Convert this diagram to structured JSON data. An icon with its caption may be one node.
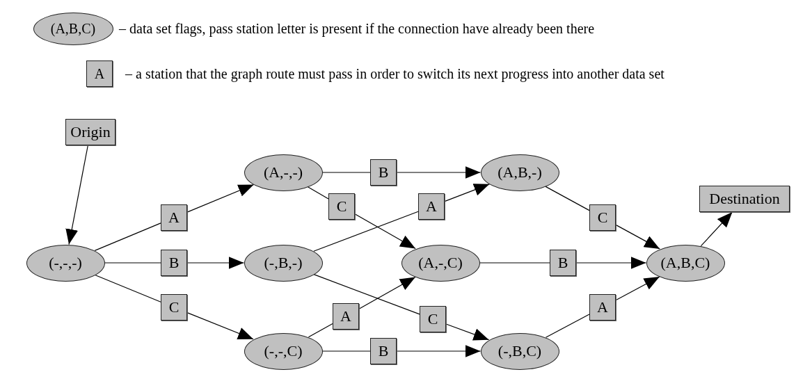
{
  "diagram": {
    "nodes": [
      {
        "text": [
          "(A,B,C)"
        ],
        "beside": [
          "– data set flags, pass station letter is present if the connection have already been there"
        ]
      },
      {
        "text": [
          "A"
        ],
        "beside": [
          "– a station that the graph route must pass in order to switch its next progress into another data set"
        ]
      },
      {
        "text": [
          "Origin"
        ]
      },
      {
        "text": [
          "(-,-,-)"
        ]
      },
      {
        "text": [
          "(A,-,-)"
        ]
      },
      {
        "text": [
          "(-,B,-)"
        ]
      },
      {
        "text": [
          "(-,-,C)"
        ]
      },
      {
        "text": [
          "(A,-,C)"
        ]
      },
      {
        "text": [
          "(A,B,-)"
        ]
      },
      {
        "text": [
          "(-,B,C)"
        ]
      },
      {
        "text": [
          "(A,B,C)"
        ]
      },
      {
        "text": [
          "Destination"
        ]
      },
      {
        "text": [
          "A"
        ]
      },
      {
        "text": [
          "B"
        ]
      },
      {
        "text": [
          "C"
        ]
      },
      {
        "text": [
          "B"
        ]
      },
      {
        "text": [
          "C"
        ]
      },
      {
        "text": [
          "A"
        ]
      },
      {
        "text": [
          "A"
        ]
      },
      {
        "text": [
          "C"
        ]
      },
      {
        "text": [
          "B"
        ]
      },
      {
        "text": [
          "C"
        ]
      },
      {
        "text": [
          "B"
        ]
      },
      {
        "text": [
          "A"
        ]
      }
    ],
    "edges": [
      {
        "from": 2,
        "to": 3,
        "arrow": "to"
      },
      {
        "from": 3,
        "to": 12,
        "arrow": "none"
      },
      {
        "from": 12,
        "to": 4,
        "arrow": "to"
      },
      {
        "from": 3,
        "to": 13,
        "arrow": "none"
      },
      {
        "from": 13,
        "to": 5,
        "arrow": "to"
      },
      {
        "from": 3,
        "to": 14,
        "arrow": "none"
      },
      {
        "from": 14,
        "to": 6,
        "arrow": "to"
      },
      {
        "from": 4,
        "to": 15,
        "arrow": "none"
      },
      {
        "from": 15,
        "to": 8,
        "arrow": "to"
      },
      {
        "from": 4,
        "to": 16,
        "arrow": "none"
      },
      {
        "from": 16,
        "to": 7,
        "arrow": "to"
      },
      {
        "from": 5,
        "to": 17,
        "arrow": "none"
      },
      {
        "from": 17,
        "to": 8,
        "arrow": "to"
      },
      {
        "from": 6,
        "to": 18,
        "arrow": "none"
      },
      {
        "from": 18,
        "to": 7,
        "arrow": "to"
      },
      {
        "from": 5,
        "to": 19,
        "arrow": "none"
      },
      {
        "from": 19,
        "to": 9,
        "arrow": "to"
      },
      {
        "from": 6,
        "to": 20,
        "arrow": "none"
      },
      {
        "from": 20,
        "to": 9,
        "arrow": "to"
      },
      {
        "from": 8,
        "to": 21,
        "arrow": "none"
      },
      {
        "from": 21,
        "to": 10,
        "arrow": "to"
      },
      {
        "from": 7,
        "to": 22,
        "arrow": "none"
      },
      {
        "from": 22,
        "to": 10,
        "arrow": "to"
      },
      {
        "from": 9,
        "to": 23,
        "arrow": "none"
      },
      {
        "from": 23,
        "to": 10,
        "arrow": "to"
      },
      {
        "from": 10,
        "to": 11,
        "arrow": "to"
      }
    ]
  }
}
